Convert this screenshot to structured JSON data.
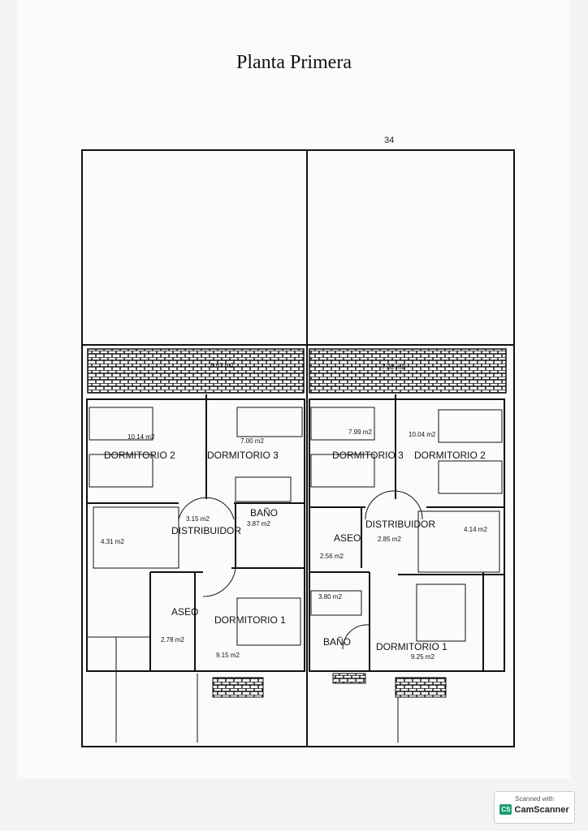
{
  "title": "Planta Primera",
  "page_number": "34",
  "left_unit": {
    "terrace_area": "8.67 m2",
    "rooms": [
      {
        "name": "DORMITORIO 2",
        "area": "10.14 m2"
      },
      {
        "name": "DORMITORIO 3",
        "area": "7.00 m2"
      },
      {
        "name": "BAÑO",
        "area": "3.87 m2"
      },
      {
        "name": "DISTRIBUIDOR",
        "area": "3.15 m2"
      },
      {
        "name": "",
        "area": "4.31 m2"
      },
      {
        "name": "ASEO",
        "area": "2.78 m2"
      },
      {
        "name": "DORMITORIO 1",
        "area": "9.15 m2"
      }
    ]
  },
  "right_unit": {
    "terrace_area": "7.32 m2",
    "rooms": [
      {
        "name": "DORMITORIO 3",
        "area": "7.99 m2"
      },
      {
        "name": "DORMITORIO 2",
        "area": "10.04 m2"
      },
      {
        "name": "DISTRIBUIDOR",
        "area": "2.85 m2"
      },
      {
        "name": "ASEO",
        "area": "2.56 m2"
      },
      {
        "name": "",
        "area": "4.14 m2"
      },
      {
        "name": "BAÑO",
        "area": "3.80 m2"
      },
      {
        "name": "DORMITORIO 1",
        "area": "9.25 m2"
      }
    ]
  },
  "watermark": {
    "top": "Scanned with",
    "logo": "CS",
    "name": "CamScanner"
  }
}
